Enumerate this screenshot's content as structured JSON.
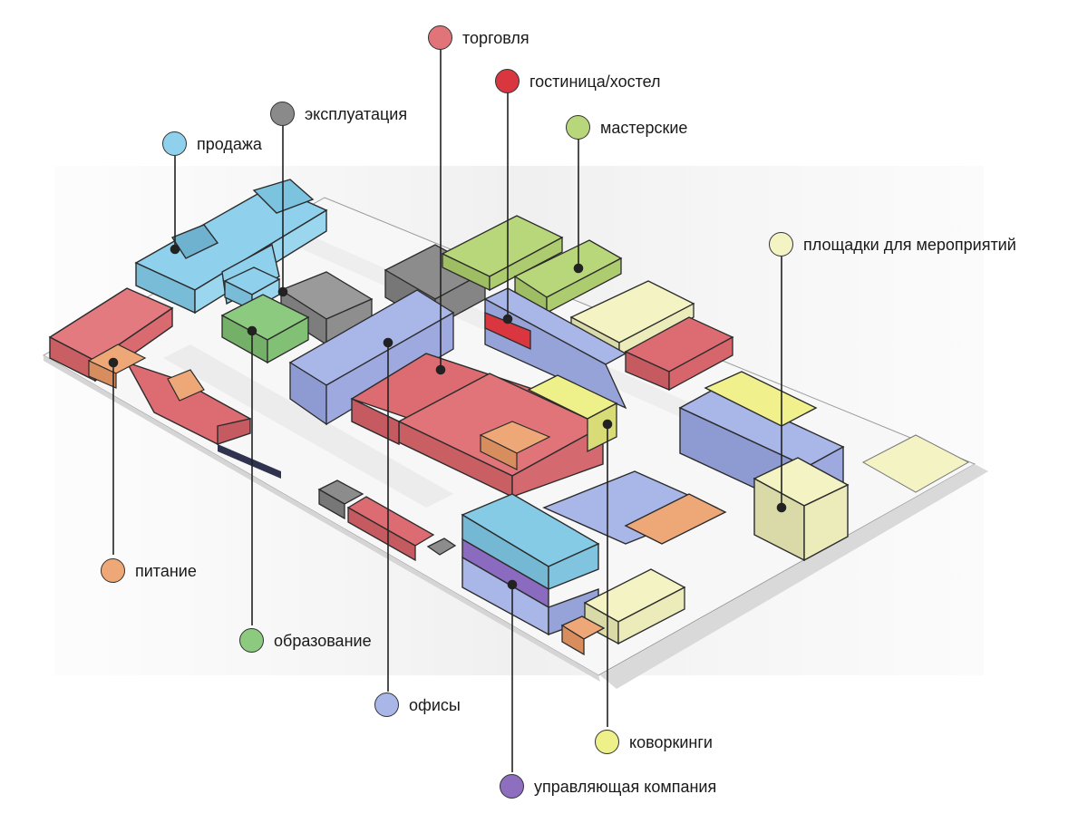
{
  "legend": [
    {
      "id": "trade",
      "label": "торговля",
      "color": "#e07478"
    },
    {
      "id": "hotel",
      "label": "гостиница/хостел",
      "color": "#d9363f"
    },
    {
      "id": "operation",
      "label": "эксплуатация",
      "color": "#8a8a8a"
    },
    {
      "id": "workshops",
      "label": "мастерские",
      "color": "#b8d77a"
    },
    {
      "id": "sale",
      "label": "продажа",
      "color": "#8fd0ec"
    },
    {
      "id": "events",
      "label": "площадки для мероприятий",
      "color": "#f4f3c4"
    },
    {
      "id": "food",
      "label": "питание",
      "color": "#eea777"
    },
    {
      "id": "education",
      "label": "образование",
      "color": "#8ccb7f"
    },
    {
      "id": "offices",
      "label": "офисы",
      "color": "#a9b6e8"
    },
    {
      "id": "coworking",
      "label": "коворкинги",
      "color": "#eef08a"
    },
    {
      "id": "management",
      "label": "управляющая компания",
      "color": "#8e6fbf"
    }
  ],
  "palette": {
    "trade": "#dd6b72",
    "hotel": "#d8343f",
    "operation": "#8c8c8c",
    "workshops": "#b6d67a",
    "sale": "#86cbe6",
    "events": "#f2f2c0",
    "food": "#e9a06f",
    "education": "#8acb7d",
    "offices": "#a6b3e6",
    "coworking": "#f0f08c",
    "management": "#8b6bbf",
    "ground": "#e9e9e9",
    "shadow": "#cfcfcf",
    "outline": "#2b2b2b"
  }
}
